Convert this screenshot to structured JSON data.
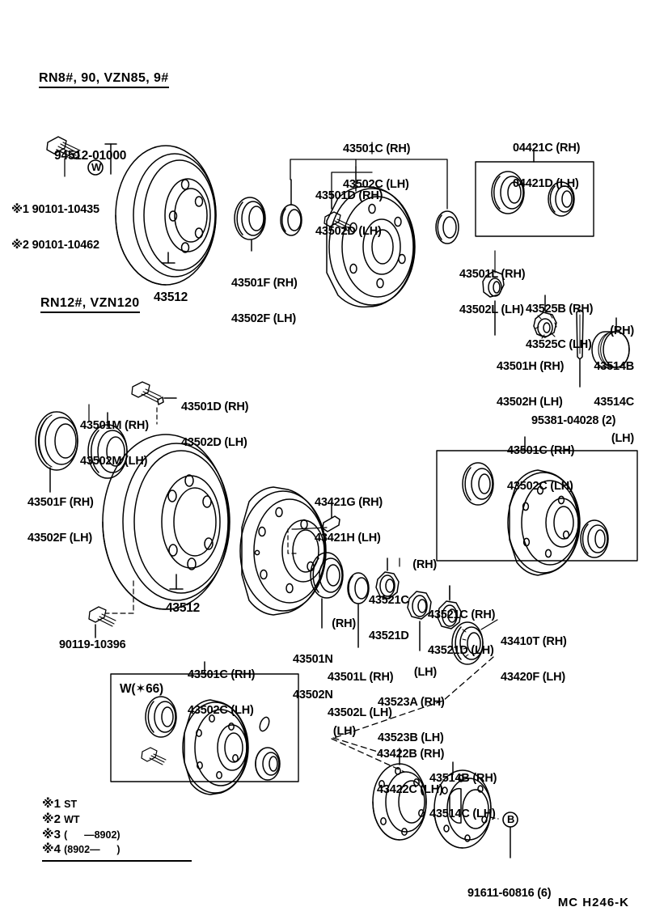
{
  "diagram": {
    "title_code": "MC H246-K",
    "sections": [
      {
        "id": "sec1",
        "label": "RN8#, 90, VZN85, 9#"
      },
      {
        "id": "sec2",
        "label": "RN12#, VZN120"
      }
    ],
    "labels": [
      {
        "id": "l01",
        "lines": [
          "94512-01000"
        ]
      },
      {
        "id": "l02",
        "lines": [
          "※1 90101-10435",
          "※2 90101-10462"
        ]
      },
      {
        "id": "l03",
        "lines": [
          "43512"
        ]
      },
      {
        "id": "l04",
        "lines": [
          "43501F (RH)",
          "43502F (LH)"
        ]
      },
      {
        "id": "l05",
        "lines": [
          "43501C (RH)",
          "43502C (LH)"
        ]
      },
      {
        "id": "l06",
        "lines": [
          "43501D (RH)",
          "43502D (LH)"
        ]
      },
      {
        "id": "l07",
        "lines": [
          "04421C (RH)",
          "04421D (LH)"
        ]
      },
      {
        "id": "l08",
        "lines": [
          "43501L (RH)",
          "43502L (LH)"
        ]
      },
      {
        "id": "l09",
        "lines": [
          "43525B (RH)",
          "43525C (LH)"
        ]
      },
      {
        "id": "l10",
        "lines": [
          "(RH)",
          "43514B",
          "43514C",
          "(LH)"
        ]
      },
      {
        "id": "l11",
        "lines": [
          "43501H (RH)",
          "43502H (LH)"
        ]
      },
      {
        "id": "l12",
        "lines": [
          "95381-04028 (2)"
        ]
      },
      {
        "id": "l13",
        "lines": [
          "43501M (RH)",
          "43502M (LH)"
        ]
      },
      {
        "id": "l14",
        "lines": [
          "43501D (RH)",
          "43502D (LH)"
        ]
      },
      {
        "id": "l15",
        "lines": [
          "43501F (RH)",
          "43502F (LH)"
        ]
      },
      {
        "id": "l16",
        "lines": [
          "43512"
        ]
      },
      {
        "id": "l17",
        "lines": [
          "90119-10396"
        ]
      },
      {
        "id": "l18",
        "lines": [
          "43421G (RH)",
          "43421H (LH)"
        ]
      },
      {
        "id": "l19",
        "lines": [
          "43501C (RH)",
          "43502C (LH)"
        ]
      },
      {
        "id": "l20",
        "lines": [
          "(RH)",
          "43521C",
          "43521D",
          "(LH)"
        ]
      },
      {
        "id": "l21",
        "lines": [
          "43521C (RH)",
          "43521D (LH)"
        ]
      },
      {
        "id": "l22",
        "lines": [
          "(RH)",
          "43501N",
          "43502N",
          "(LH)"
        ]
      },
      {
        "id": "l23",
        "lines": [
          "43501L (RH)",
          "43502L (LH)"
        ]
      },
      {
        "id": "l24",
        "lines": [
          "43523A (RH)",
          "43523B (LH)"
        ]
      },
      {
        "id": "l25",
        "lines": [
          "43410T (RH)",
          "43420F (LH)"
        ]
      },
      {
        "id": "l26",
        "lines": [
          "43501C (RH)",
          "43502C (LH)"
        ]
      },
      {
        "id": "l27",
        "lines": [
          "W(✶66)"
        ]
      },
      {
        "id": "l28",
        "lines": [
          "43422B (RH)",
          "43422C (LH)"
        ]
      },
      {
        "id": "l29",
        "lines": [
          "43514B (RH)",
          "43514C (LH)"
        ]
      },
      {
        "id": "l30",
        "lines": [
          "91611-60816 (6)"
        ]
      }
    ],
    "legend": [
      {
        "mark": "※1",
        "text": "ST"
      },
      {
        "mark": "※2",
        "text": "WT"
      },
      {
        "mark": "※3",
        "text": "(      —8902)"
      },
      {
        "mark": "※4",
        "text": "(8902—      )"
      }
    ],
    "callout_marks": [
      {
        "id": "m_w",
        "glyph": "W"
      },
      {
        "id": "m_b",
        "glyph": "B"
      }
    ]
  }
}
